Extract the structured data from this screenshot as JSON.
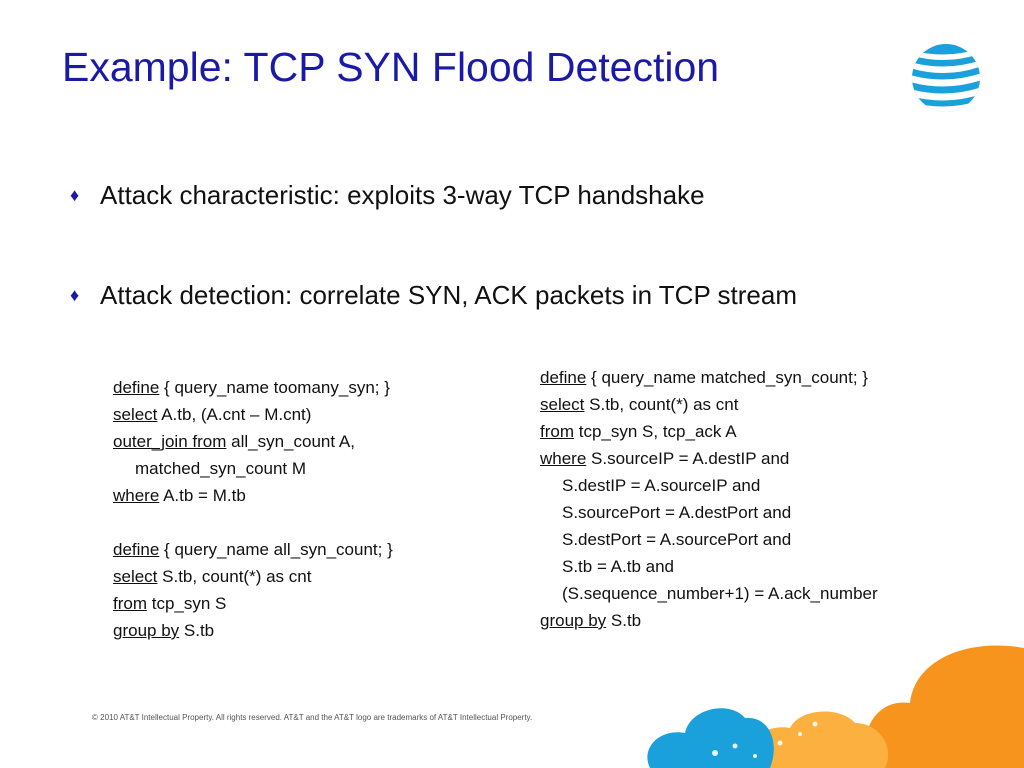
{
  "slide": {
    "title": "Example: TCP SYN Flood Detection",
    "logo_icon": "att-globe-icon",
    "bullets": [
      "Attack characteristic: exploits 3-way TCP handshake",
      "Attack detection: correlate SYN, ACK packets in TCP stream"
    ],
    "left_query": {
      "line1_kw": "define",
      "line1_rest": " { query_name toomany_syn; }",
      "line2_kw": "select",
      "line2_rest": " A.tb, (A.cnt – M.cnt)",
      "line3_kw": "outer_join from",
      "line3_rest": " all_syn_count A,",
      "line4": "matched_syn_count M",
      "line5_kw": "where",
      "line5_rest": " A.tb = M.tb",
      "line6_kw": "define",
      "line6_rest": " { query_name all_syn_count; }",
      "line7_kw": "select",
      "line7_rest": " S.tb, count(*) as cnt",
      "line8_kw": "from",
      "line8_rest": " tcp_syn S",
      "line9_kw": "group by",
      "line9_rest": " S.tb"
    },
    "right_query": {
      "line1_kw": "define",
      "line1_rest": " { query_name matched_syn_count; }",
      "line2_kw": "select",
      "line2_rest": " S.tb, count(*) as cnt",
      "line3_kw": "from",
      "line3_rest": " tcp_syn S, tcp_ack A",
      "line4_kw": "where",
      "line4_rest": " S.sourceIP = A.destIP and",
      "line5": "S.destIP = A.sourceIP and",
      "line6": "S.sourcePort = A.destPort and",
      "line7": "S.destPort = A.sourcePort and",
      "line8": "S.tb = A.tb and",
      "line9": "(S.sequence_number+1) = A.ack_number",
      "line10_kw": "group by",
      "line10_rest": " S.tb"
    },
    "footer": "© 2010 AT&T Intellectual Property. All rights reserved. AT&T and the AT&T logo are trademarks of AT&T Intellectual Property.",
    "colors": {
      "title": "#1a1aa6",
      "orange": "#f7941d",
      "blue": "#2aa9e0"
    }
  }
}
